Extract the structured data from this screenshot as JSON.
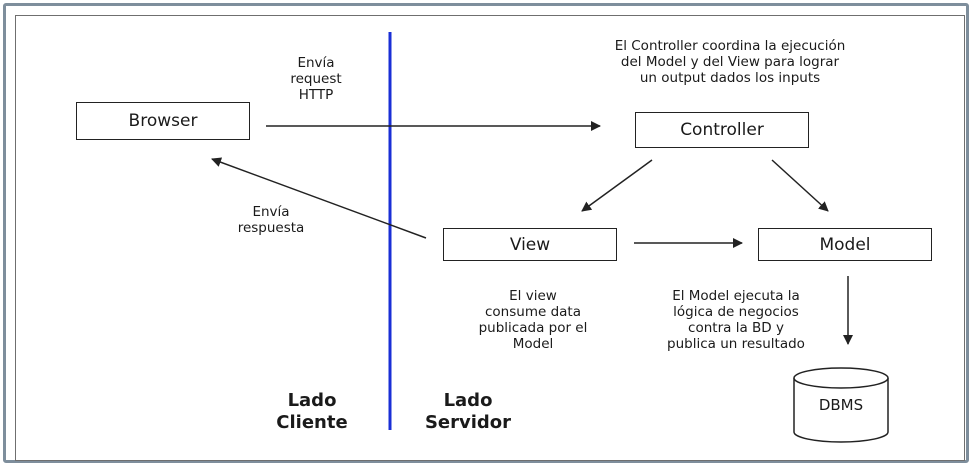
{
  "nodes": {
    "browser": "Browser",
    "controller": "Controller",
    "view": "View",
    "model": "Model",
    "dbms": "DBMS"
  },
  "notes": {
    "request": [
      "Envía",
      "request",
      "HTTP"
    ],
    "response": [
      "Envía",
      "respuesta"
    ],
    "controller_desc": [
      "El Controller coordina la ejecución",
      "del Model y del View para lograr",
      "un output dados los inputs"
    ],
    "view_desc": [
      "El view",
      "consume data",
      "publicada por el",
      "Model"
    ],
    "model_desc": [
      "El Model ejecuta la",
      "lógica de negocios",
      "contra la BD y",
      "publica un resultado"
    ]
  },
  "sides": {
    "client": [
      "Lado",
      "Cliente"
    ],
    "server": [
      "Lado",
      "Servidor"
    ]
  },
  "colors": {
    "divider": "#1a2fd6",
    "frame": "#7e8e9c",
    "stroke": "#222222"
  }
}
